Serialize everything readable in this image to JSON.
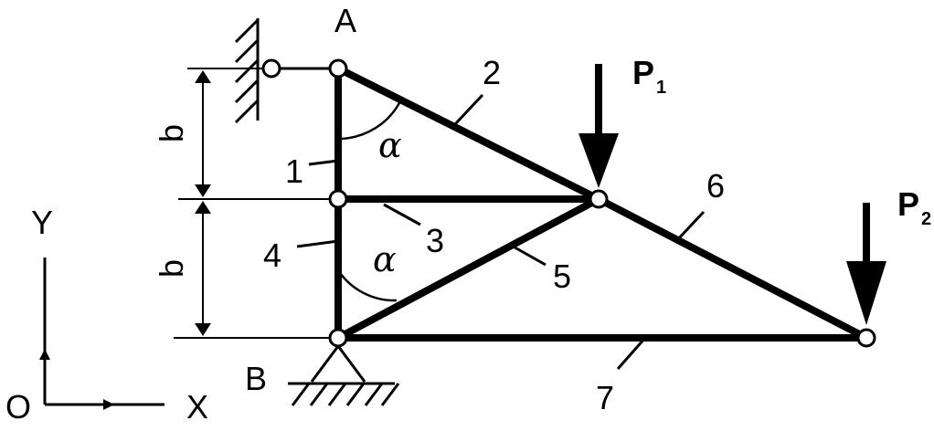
{
  "points": {
    "A": "A",
    "B": "B"
  },
  "members": [
    "1",
    "2",
    "3",
    "4",
    "5",
    "6",
    "7"
  ],
  "dimensions": {
    "upper": "b",
    "lower": "b"
  },
  "angles": {
    "upper": "α",
    "lower": "α"
  },
  "loads": {
    "p1": {
      "letter": "P",
      "subscript": "1"
    },
    "p2": {
      "letter": "P",
      "subscript": "2"
    }
  },
  "axes": {
    "origin": "O",
    "x": "X",
    "y": "Y"
  }
}
